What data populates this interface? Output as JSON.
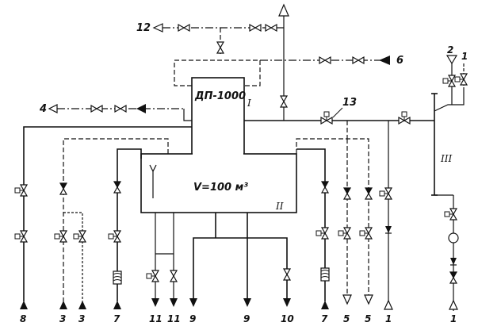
{
  "vessel": {
    "top_label": "ДП-1000",
    "volume_label": "V=100 м³",
    "zone_I": "I",
    "zone_II": "II",
    "zone_III": "III",
    "item_13": "13"
  },
  "line_numbers": {
    "top_left": "12",
    "top_right": "6",
    "left_mid": "4",
    "right_top_a": "2",
    "right_top_b": "1"
  },
  "bottom_numbers": [
    "8",
    "3",
    "3",
    "7",
    "11",
    "11",
    "9",
    "9",
    "10",
    "7",
    "5",
    "5",
    "1",
    "1"
  ]
}
